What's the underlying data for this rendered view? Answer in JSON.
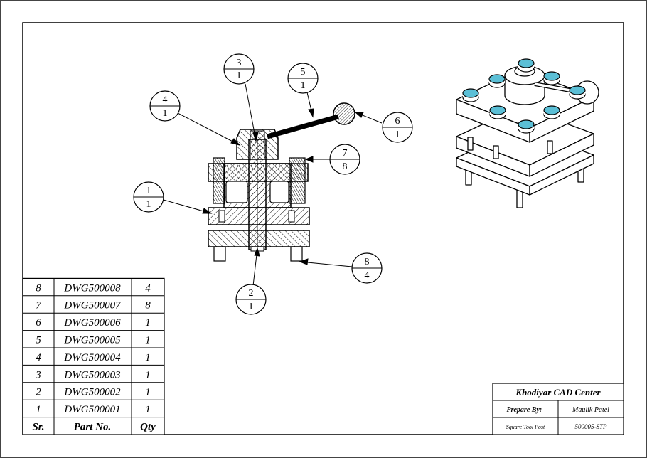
{
  "balloons": [
    {
      "item": "3",
      "qty": "1"
    },
    {
      "item": "5",
      "qty": "1"
    },
    {
      "item": "4",
      "qty": "1"
    },
    {
      "item": "6",
      "qty": "1"
    },
    {
      "item": "7",
      "qty": "8"
    },
    {
      "item": "1",
      "qty": "1"
    },
    {
      "item": "8",
      "qty": "4"
    },
    {
      "item": "2",
      "qty": "1"
    }
  ],
  "bom": {
    "headers": {
      "sr": "Sr.",
      "part": "Part No.",
      "qty": "Qty"
    },
    "rows": [
      {
        "sr": "8",
        "part": "DWG500008",
        "qty": "4"
      },
      {
        "sr": "7",
        "part": "DWG500007",
        "qty": "8"
      },
      {
        "sr": "6",
        "part": "DWG500006",
        "qty": "1"
      },
      {
        "sr": "5",
        "part": "DWG500005",
        "qty": "1"
      },
      {
        "sr": "4",
        "part": "DWG500004",
        "qty": "1"
      },
      {
        "sr": "3",
        "part": "DWG500003",
        "qty": "1"
      },
      {
        "sr": "2",
        "part": "DWG500002",
        "qty": "1"
      },
      {
        "sr": "1",
        "part": "DWG500001",
        "qty": "1"
      }
    ]
  },
  "title_block": {
    "company": "Khodiyar CAD Center",
    "prepared_label": "Prepare By:-",
    "prepared_by": "Maulik Patel",
    "drawing_title": "Square Tool Post",
    "drawing_number": "500005-STP"
  },
  "colors": {
    "bolt_heads": "#5bbfd6",
    "hatch": "#000000",
    "line": "#000000"
  }
}
